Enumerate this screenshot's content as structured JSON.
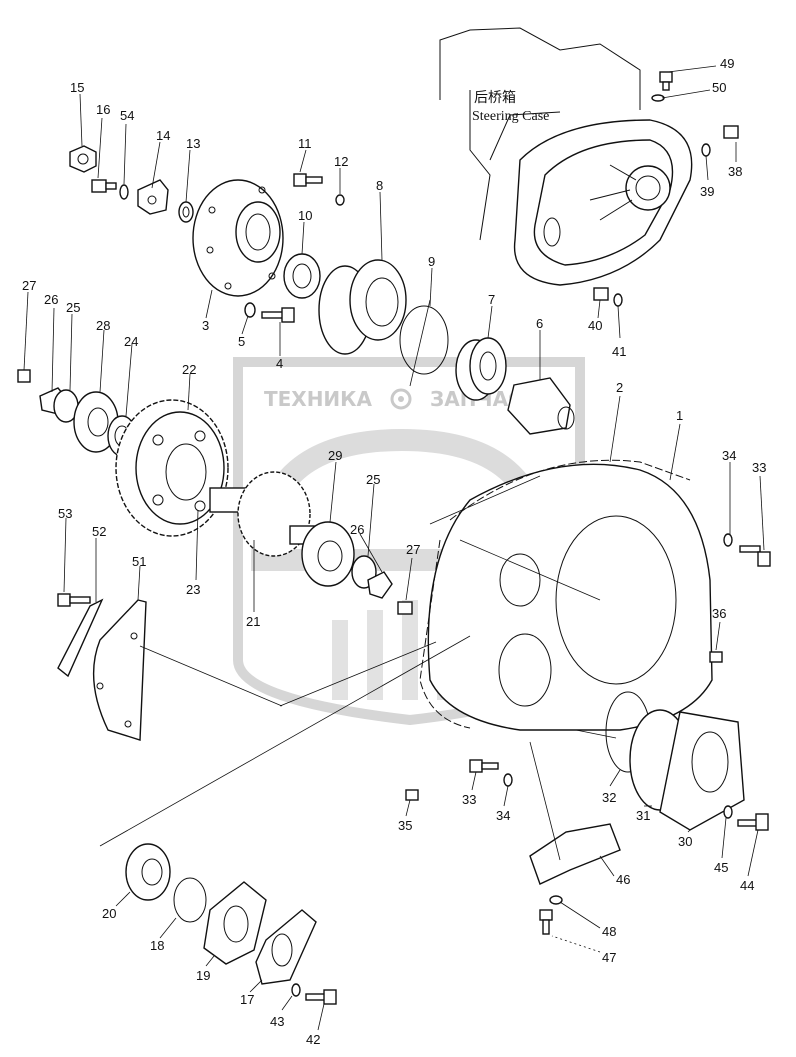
{
  "watermark": {
    "left_text": "ТЕХНИКА",
    "right_text": "ЗАПЧАСТИ",
    "gear_icon": "gear-icon",
    "logo_icon": "shield-logo-icon",
    "color": "#c9c9c9"
  },
  "case_label": {
    "chinese": "后桥箱",
    "english": "Steering Case"
  },
  "callouts": [
    {
      "id": "49",
      "text": "49"
    },
    {
      "id": "50",
      "text": "50"
    },
    {
      "id": "38",
      "text": "38"
    },
    {
      "id": "39",
      "text": "39"
    },
    {
      "id": "40",
      "text": "40"
    },
    {
      "id": "41",
      "text": "41"
    },
    {
      "id": "15",
      "text": "15"
    },
    {
      "id": "16",
      "text": "16"
    },
    {
      "id": "54",
      "text": "54"
    },
    {
      "id": "14",
      "text": "14"
    },
    {
      "id": "13",
      "text": "13"
    },
    {
      "id": "11",
      "text": "11"
    },
    {
      "id": "12",
      "text": "12"
    },
    {
      "id": "8",
      "text": "8"
    },
    {
      "id": "10",
      "text": "10"
    },
    {
      "id": "9",
      "text": "9"
    },
    {
      "id": "7",
      "text": "7"
    },
    {
      "id": "6",
      "text": "6"
    },
    {
      "id": "3",
      "text": "3"
    },
    {
      "id": "5",
      "text": "5"
    },
    {
      "id": "4",
      "text": "4"
    },
    {
      "id": "27a",
      "text": "27"
    },
    {
      "id": "26a",
      "text": "26"
    },
    {
      "id": "25a",
      "text": "25"
    },
    {
      "id": "28",
      "text": "28"
    },
    {
      "id": "24",
      "text": "24"
    },
    {
      "id": "22",
      "text": "22"
    },
    {
      "id": "2",
      "text": "2"
    },
    {
      "id": "1",
      "text": "1"
    },
    {
      "id": "34a",
      "text": "34"
    },
    {
      "id": "33a",
      "text": "33"
    },
    {
      "id": "29",
      "text": "29"
    },
    {
      "id": "25b",
      "text": "25"
    },
    {
      "id": "26b",
      "text": "26"
    },
    {
      "id": "27b",
      "text": "27"
    },
    {
      "id": "53",
      "text": "53"
    },
    {
      "id": "52",
      "text": "52"
    },
    {
      "id": "51",
      "text": "51"
    },
    {
      "id": "23",
      "text": "23"
    },
    {
      "id": "21",
      "text": "21"
    },
    {
      "id": "36",
      "text": "36"
    },
    {
      "id": "33b",
      "text": "33"
    },
    {
      "id": "34b",
      "text": "34"
    },
    {
      "id": "32",
      "text": "32"
    },
    {
      "id": "31",
      "text": "31"
    },
    {
      "id": "30",
      "text": "30"
    },
    {
      "id": "35",
      "text": "35"
    },
    {
      "id": "45",
      "text": "45"
    },
    {
      "id": "44",
      "text": "44"
    },
    {
      "id": "46",
      "text": "46"
    },
    {
      "id": "48",
      "text": "48"
    },
    {
      "id": "47",
      "text": "47"
    },
    {
      "id": "20",
      "text": "20"
    },
    {
      "id": "18",
      "text": "18"
    },
    {
      "id": "19",
      "text": "19"
    },
    {
      "id": "17",
      "text": "17"
    },
    {
      "id": "43",
      "text": "43"
    },
    {
      "id": "42",
      "text": "42"
    }
  ]
}
